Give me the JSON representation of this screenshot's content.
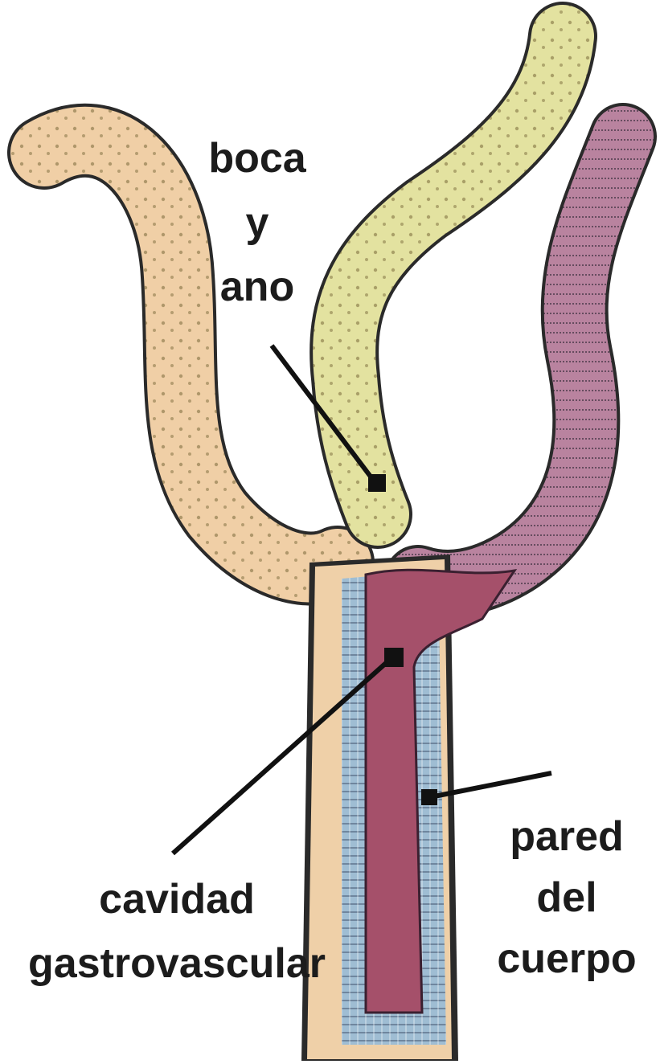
{
  "labels": {
    "mouth_line1": "boca",
    "mouth_line2": "y",
    "mouth_line3": "ano",
    "cavity_line1": "cavidad",
    "cavity_line2": "gastrovascular",
    "wall_line1": "pared",
    "wall_line2": "del",
    "wall_line3": "cuerpo"
  },
  "colors": {
    "background": "#ffffff",
    "tentacle_left": "#f0cfa6",
    "tentacle_middle": "#e3e2a0",
    "tentacle_right": "#b87a9a",
    "body_outer": "#efd0a8",
    "body_wall": "#a9c3d6",
    "cavity": "#a5506a",
    "label_text": "#1c1c1c",
    "pointer_line": "#111111"
  }
}
